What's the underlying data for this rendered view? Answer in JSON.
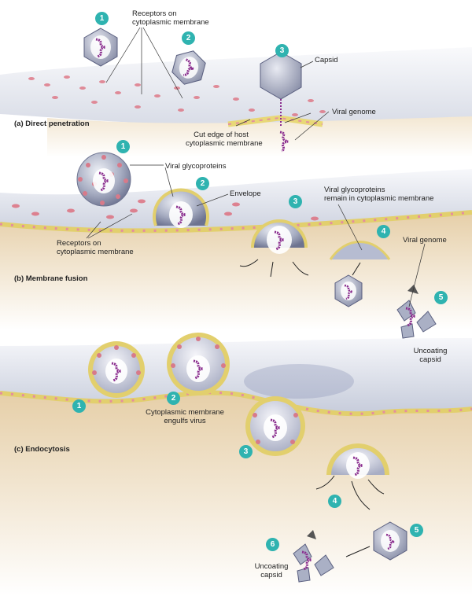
{
  "colors": {
    "step_badge": "#2fb3b0",
    "membrane_top": "#cdd3e2",
    "cytoplasm": "#e9d6b6",
    "receptor": "#d95a6a",
    "capsid": "#8e94b0",
    "genome": "#8a2c8e",
    "membrane_band": "#e6d67a"
  },
  "sections": {
    "a": "(a) Direct penetration",
    "b": "(b) Membrane fusion",
    "c": "(c) Endocytosis"
  },
  "steps": {
    "a": [
      "1",
      "2",
      "3"
    ],
    "b": [
      "1",
      "2",
      "3",
      "4",
      "5"
    ],
    "c": [
      "1",
      "2",
      "3",
      "4",
      "5",
      "6"
    ]
  },
  "labels": {
    "a_receptors_1": "Receptors on",
    "a_receptors_2": "cytoplasmic membrane",
    "a_capsid": "Capsid",
    "a_cut_1": "Cut edge of host",
    "a_cut_2": "cytoplasmic membrane",
    "a_genome": "Viral genome",
    "b_glyco": "Viral glycoproteins",
    "b_envelope": "Envelope",
    "b_remain_1": "Viral glycoproteins",
    "b_remain_2": "remain in cytoplasmic membrane",
    "b_genome": "Viral genome",
    "b_receptors_1": "Receptors on",
    "b_receptors_2": "cytoplasmic membrane",
    "b_uncoat_1": "Uncoating",
    "b_uncoat_2": "capsid",
    "c_engulf_1": "Cytoplasmic membrane",
    "c_engulf_2": "engulfs virus",
    "c_uncoat_1": "Uncoating",
    "c_uncoat_2": "capsid"
  }
}
